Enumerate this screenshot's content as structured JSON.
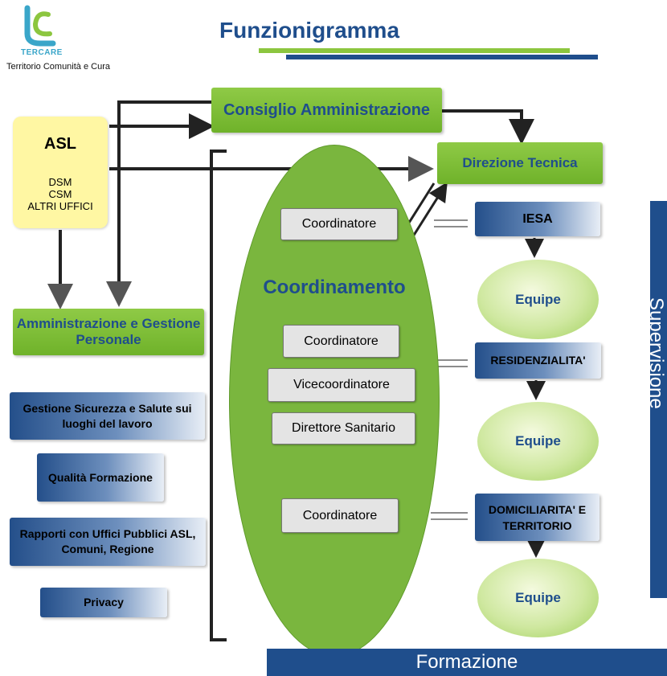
{
  "header": {
    "logo_brand": "TERCARE",
    "logo_tagline": "Territorio Comunità e Cura",
    "title": "Funzionigramma"
  },
  "top": {
    "consiglio": "Consiglio Amministrazione",
    "direzione": "Direzione Tecnica"
  },
  "asl": {
    "title": "ASL",
    "lines": [
      "DSM",
      "CSM",
      "ALTRI UFFICI"
    ]
  },
  "left": {
    "amministrazione": "Amministrazione e Gestione Personale",
    "sicurezza": "Gestione Sicurezza e Salute sui luoghi del lavoro",
    "qualita": "Qualità Formazione",
    "rapporti": "Rapporti con Uffici Pubblici ASL, Comuni, Regione",
    "privacy": "Privacy"
  },
  "center": {
    "title": "Coordinamento",
    "roles": [
      "Coordinatore",
      "Coordinatore",
      "Vicecoordinatore",
      "Direttore Sanitario",
      "Coordinatore"
    ]
  },
  "services": {
    "iesa": "IESA",
    "residenzialita": "RESIDENZIALITA'",
    "domiciliarita": "DOMICILIARITA' E TERRITORIO",
    "equipe": [
      "Equipe",
      "Equipe",
      "Equipe"
    ]
  },
  "bottom": {
    "formazione": "Formazione"
  },
  "side": {
    "supervisione": "Supervisione"
  },
  "colors": {
    "accent_blue": "#1f4e8c",
    "accent_green": "#7ab63e",
    "asl_yellow": "#fff7a3",
    "logo_teal": "#3aa6c9"
  }
}
